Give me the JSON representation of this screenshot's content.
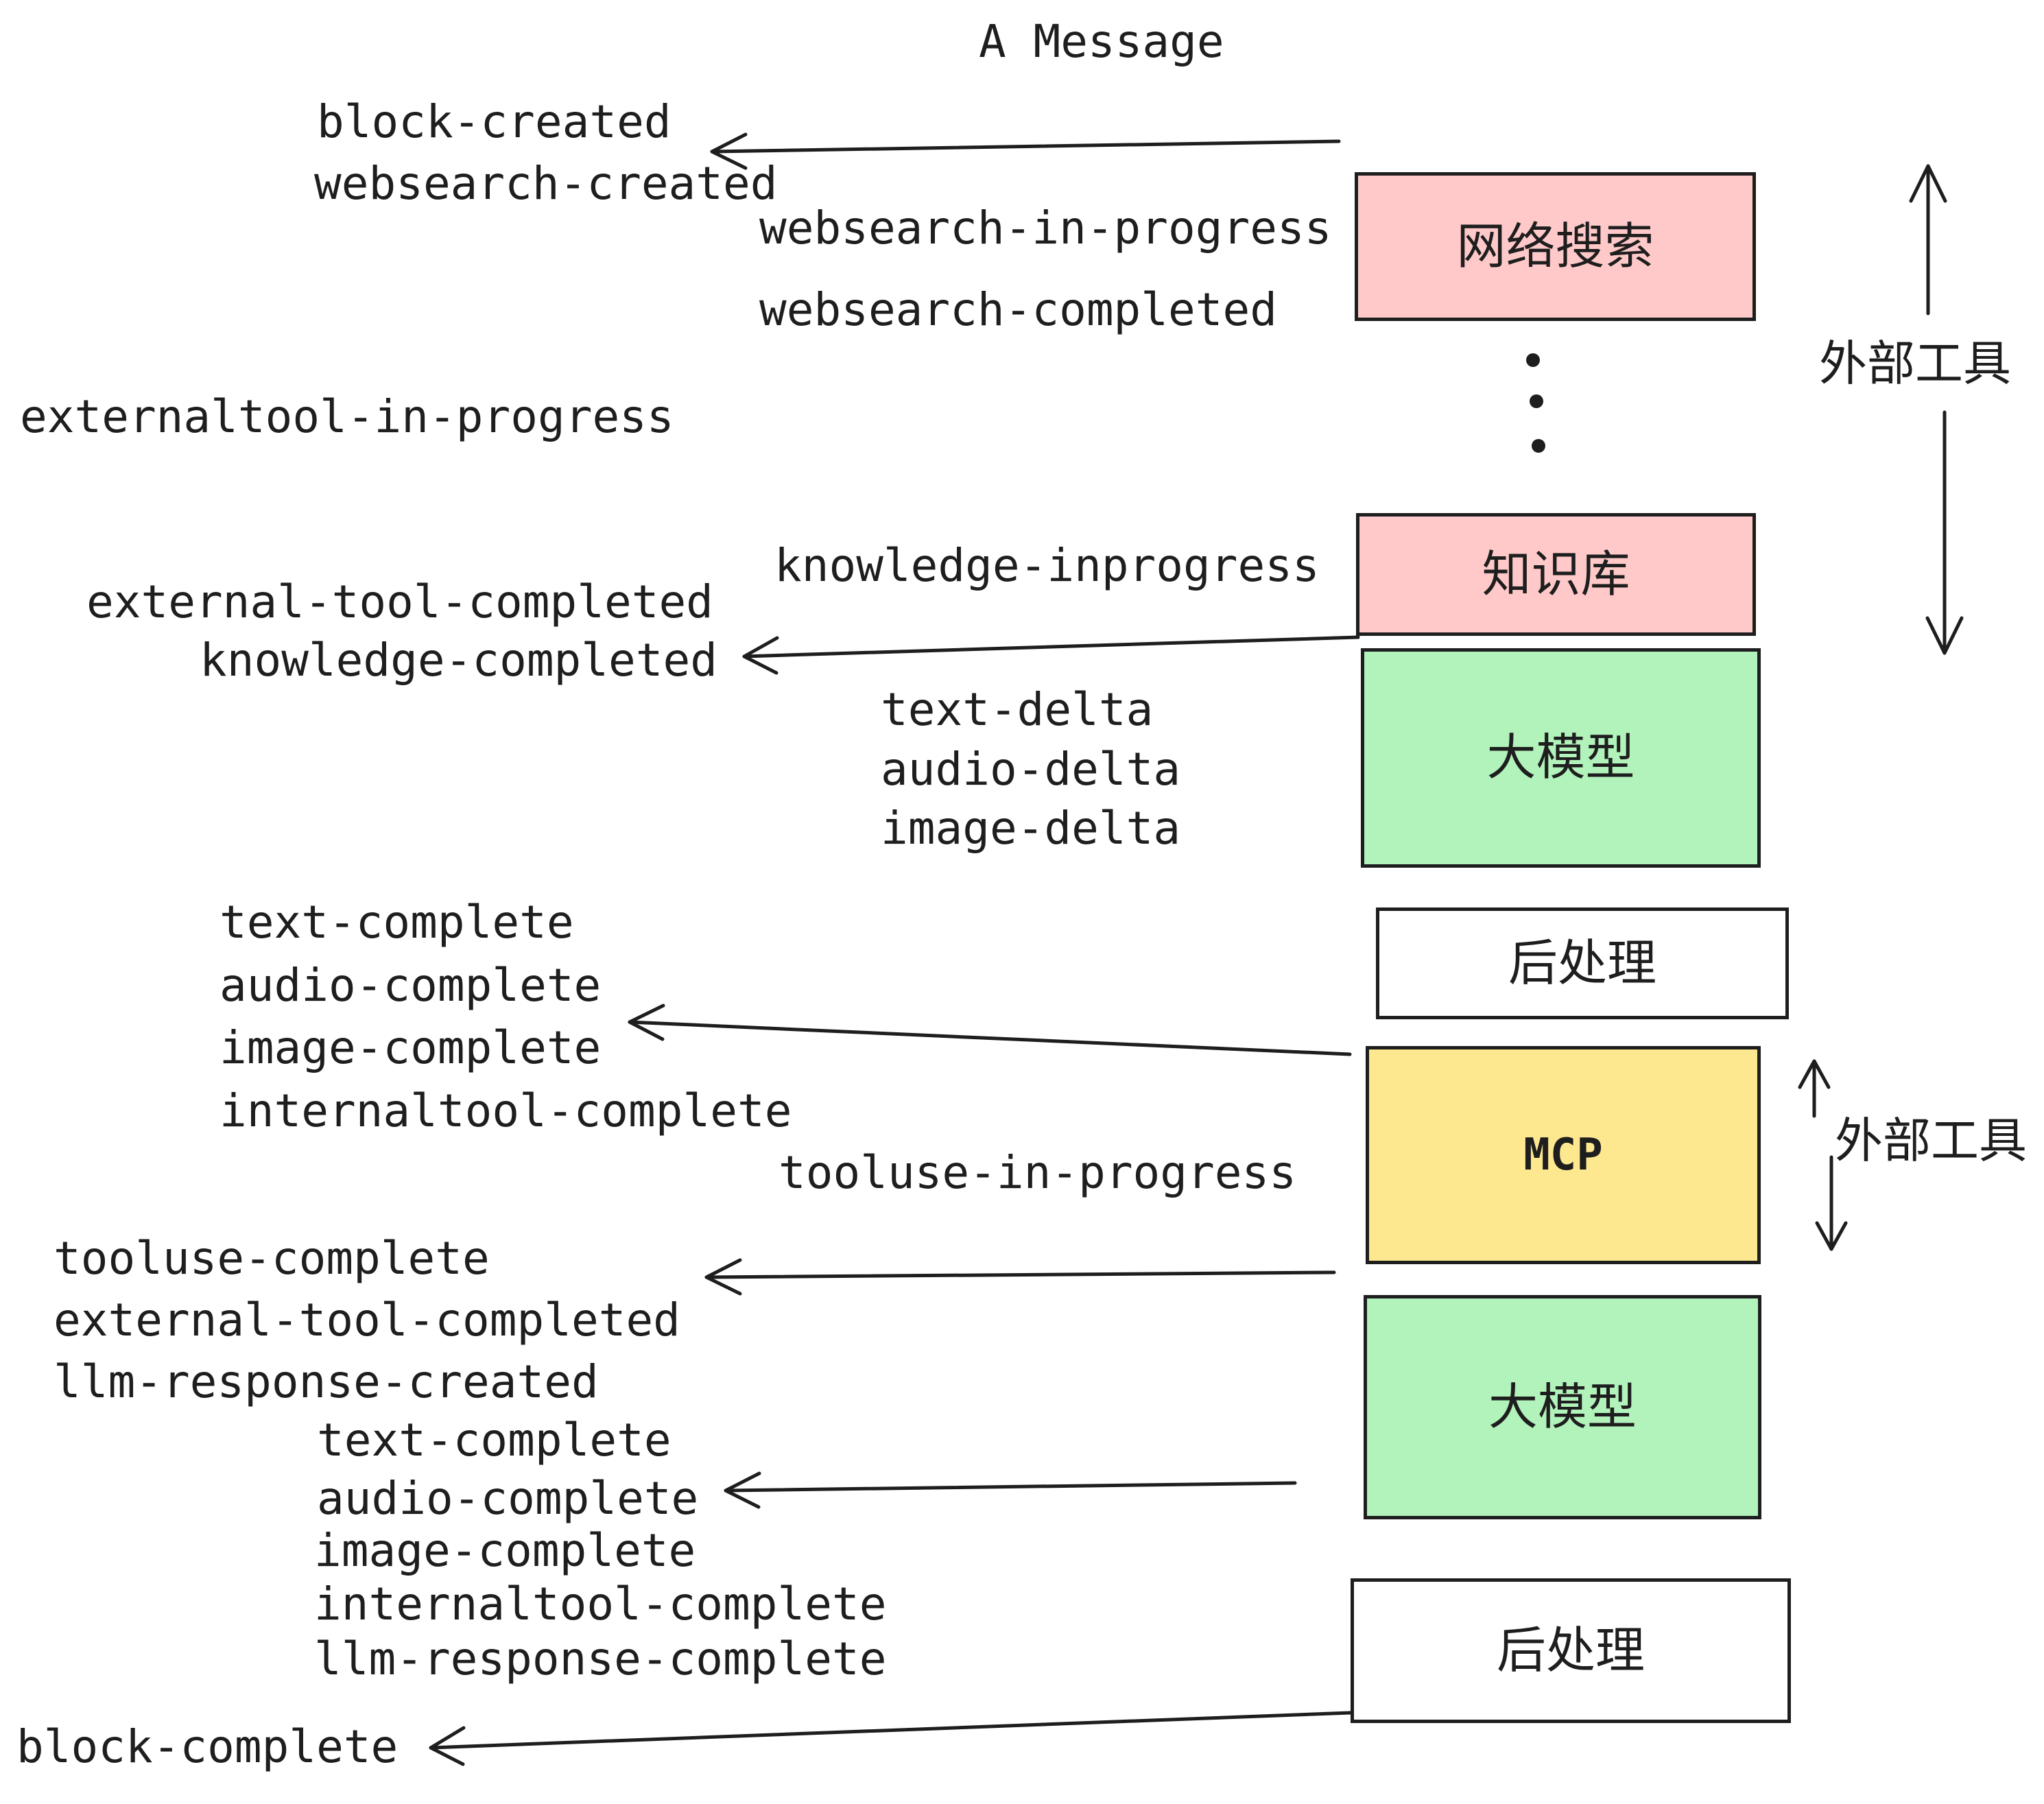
{
  "title": "A Message",
  "events": {
    "block_created": "block-created",
    "websearch_created": "websearch-created",
    "websearch_in_progress": "websearch-in-progress",
    "websearch_completed": "websearch-completed",
    "externaltool_in_progress": "externaltool-in-progress",
    "knowledge_inprogress": "knowledge-inprogress",
    "external_tool_completed": "external-tool-completed",
    "knowledge_completed": "knowledge-completed",
    "text_delta_1": "text-delta",
    "audio_delta_1": "audio-delta",
    "image_delta_1": "image-delta",
    "text_complete_1": "text-complete",
    "audio_complete_1": "audio-complete",
    "image_complete_1": "image-complete",
    "internaltool_complete_1": "internaltool-complete",
    "tooluse_in_progress": "tooluse-in-progress",
    "tooluse_complete": "tooluse-complete",
    "external_tool_completed_2": "external-tool-completed",
    "llm_response_created": "llm-response-created",
    "text_complete_2": "text-complete",
    "audio_complete_2": "audio-complete",
    "image_complete_2": "image-complete",
    "internaltool_complete_2": "internaltool-complete",
    "llm_response_complete": "llm-response-complete",
    "block_complete": "block-complete"
  },
  "boxes": [
    {
      "label": "网络搜索",
      "color": "#ffc9c9"
    },
    {
      "label": "知识库",
      "color": "#ffc9c9"
    },
    {
      "label": "大模型",
      "color": "#b2f2bb"
    },
    {
      "label": "后处理",
      "color": "#ffffff"
    },
    {
      "label": "MCP",
      "color": "#fde890"
    },
    {
      "label": "大模型",
      "color": "#b2f2bb"
    },
    {
      "label": "后处理",
      "color": "#ffffff"
    }
  ],
  "annotations": {
    "external_tools_top": "外部工具",
    "external_tools_mcp": "外部工具"
  },
  "colors": {
    "stroke": "#1e1e1e",
    "pink": "#ffc9c9",
    "green": "#b2f2bb",
    "yellow": "#fde890",
    "white": "#ffffff",
    "background": "#ffffff"
  }
}
